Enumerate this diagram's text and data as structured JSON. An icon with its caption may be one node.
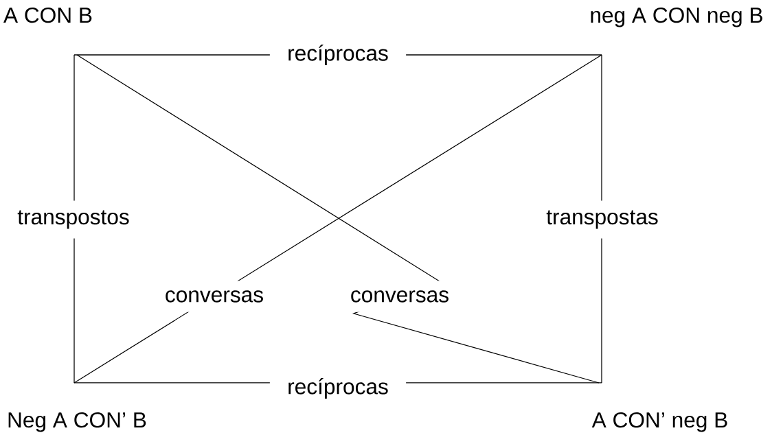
{
  "diagram": {
    "nodes": [
      {
        "text": [
          "A CON B"
        ]
      },
      {
        "text": [
          "neg A CON neg B"
        ]
      },
      {
        "text": [
          "Neg A CON’ B"
        ]
      },
      {
        "text": [
          "A CON’ neg B"
        ]
      }
    ],
    "edges": [
      {
        "from": 0,
        "to": 1,
        "arrow": "none",
        "label": "recíprocas"
      },
      {
        "from": 0,
        "to": 2,
        "arrow": "none",
        "label": "transpostos"
      },
      {
        "from": 1,
        "to": 3,
        "arrow": "none",
        "label": "transpostas"
      },
      {
        "from": 1,
        "to": 2,
        "arrow": "none",
        "label": "conversas"
      },
      {
        "from": 0,
        "to": 3,
        "arrow": "none",
        "label": "conversas"
      },
      {
        "from": 2,
        "to": 3,
        "arrow": "none",
        "label": "recíprocas"
      }
    ]
  }
}
